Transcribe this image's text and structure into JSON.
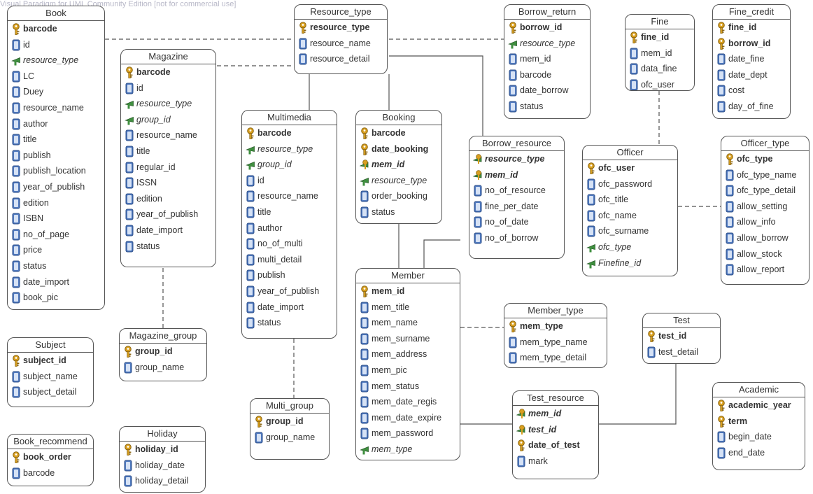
{
  "watermark": "Visual Paradigm for UML Community Edition [not for commercial use]",
  "entities": [
    {
      "id": "Book",
      "title": "Book",
      "attrs": [
        {
          "name": "barcode",
          "type": "pk"
        },
        {
          "name": "id",
          "type": "attr"
        },
        {
          "name": "resource_type",
          "type": "fk"
        },
        {
          "name": "LC",
          "type": "attr"
        },
        {
          "name": "Duey",
          "type": "attr"
        },
        {
          "name": "resource_name",
          "type": "attr"
        },
        {
          "name": "author",
          "type": "attr"
        },
        {
          "name": "title",
          "type": "attr"
        },
        {
          "name": "publish",
          "type": "attr"
        },
        {
          "name": "publish_location",
          "type": "attr"
        },
        {
          "name": "year_of_publish",
          "type": "attr"
        },
        {
          "name": "edition",
          "type": "attr"
        },
        {
          "name": "ISBN",
          "type": "attr"
        },
        {
          "name": "no_of_page",
          "type": "attr"
        },
        {
          "name": "price",
          "type": "attr"
        },
        {
          "name": "status",
          "type": "attr"
        },
        {
          "name": "date_import",
          "type": "attr"
        },
        {
          "name": "book_pic",
          "type": "attr"
        }
      ]
    },
    {
      "id": "Magazine",
      "title": "Magazine",
      "attrs": [
        {
          "name": "barcode",
          "type": "pk"
        },
        {
          "name": "id",
          "type": "attr"
        },
        {
          "name": "resource_type",
          "type": "fk"
        },
        {
          "name": "group_id",
          "type": "fk"
        },
        {
          "name": "resource_name",
          "type": "attr"
        },
        {
          "name": "title",
          "type": "attr"
        },
        {
          "name": "regular_id",
          "type": "attr"
        },
        {
          "name": "ISSN",
          "type": "attr"
        },
        {
          "name": "edition",
          "type": "attr"
        },
        {
          "name": "year_of_publish",
          "type": "attr"
        },
        {
          "name": "date_import",
          "type": "attr"
        },
        {
          "name": "status",
          "type": "attr"
        }
      ]
    },
    {
      "id": "Resource_type",
      "title": "Resource_type",
      "attrs": [
        {
          "name": "resource_type",
          "type": "pk"
        },
        {
          "name": "resource_name",
          "type": "attr"
        },
        {
          "name": "resource_detail",
          "type": "attr"
        }
      ]
    },
    {
      "id": "Multimedia",
      "title": "Multimedia",
      "attrs": [
        {
          "name": "barcode",
          "type": "pk"
        },
        {
          "name": "resource_type",
          "type": "fk"
        },
        {
          "name": "group_id",
          "type": "fk"
        },
        {
          "name": "id",
          "type": "attr"
        },
        {
          "name": "resource_name",
          "type": "attr"
        },
        {
          "name": "title",
          "type": "attr"
        },
        {
          "name": "author",
          "type": "attr"
        },
        {
          "name": "no_of_multi",
          "type": "attr"
        },
        {
          "name": "multi_detail",
          "type": "attr"
        },
        {
          "name": "publish",
          "type": "attr"
        },
        {
          "name": "year_of_publish",
          "type": "attr"
        },
        {
          "name": "date_import",
          "type": "attr"
        },
        {
          "name": "status",
          "type": "attr"
        }
      ]
    },
    {
      "id": "Booking",
      "title": "Booking",
      "attrs": [
        {
          "name": "barcode",
          "type": "pk"
        },
        {
          "name": "date_booking",
          "type": "pk"
        },
        {
          "name": "mem_id",
          "type": "pkfk"
        },
        {
          "name": "resource_type",
          "type": "fk"
        },
        {
          "name": "order_booking",
          "type": "attr"
        },
        {
          "name": "status",
          "type": "attr"
        }
      ]
    },
    {
      "id": "Borrow_return",
      "title": "Borrow_return",
      "attrs": [
        {
          "name": "borrow_id",
          "type": "pk"
        },
        {
          "name": "resource_type",
          "type": "fk"
        },
        {
          "name": "mem_id",
          "type": "attr"
        },
        {
          "name": "barcode",
          "type": "attr"
        },
        {
          "name": "date_borrow",
          "type": "attr"
        },
        {
          "name": "status",
          "type": "attr"
        }
      ]
    },
    {
      "id": "Borrow_resource",
      "title": "Borrow_resource",
      "attrs": [
        {
          "name": "resource_type",
          "type": "pkfk"
        },
        {
          "name": "mem_id",
          "type": "pkfk"
        },
        {
          "name": "no_of_resource",
          "type": "attr"
        },
        {
          "name": "fine_per_date",
          "type": "attr"
        },
        {
          "name": "no_of_date",
          "type": "attr"
        },
        {
          "name": "no_of_borrow",
          "type": "attr"
        }
      ]
    },
    {
      "id": "Fine",
      "title": "Fine",
      "attrs": [
        {
          "name": "fine_id",
          "type": "pk"
        },
        {
          "name": "mem_id",
          "type": "attr"
        },
        {
          "name": "data_fine",
          "type": "attr"
        },
        {
          "name": "ofc_user",
          "type": "attr"
        }
      ]
    },
    {
      "id": "Fine_credit",
      "title": "Fine_credit",
      "attrs": [
        {
          "name": "fine_id",
          "type": "pk"
        },
        {
          "name": "borrow_id",
          "type": "pk"
        },
        {
          "name": "date_fine",
          "type": "attr"
        },
        {
          "name": "date_dept",
          "type": "attr"
        },
        {
          "name": "cost",
          "type": "attr"
        },
        {
          "name": "day_of_fine",
          "type": "attr"
        }
      ]
    },
    {
      "id": "Officer",
      "title": "Officer",
      "attrs": [
        {
          "name": "ofc_user",
          "type": "pk"
        },
        {
          "name": "ofc_password",
          "type": "attr"
        },
        {
          "name": "ofc_title",
          "type": "attr"
        },
        {
          "name": "ofc_name",
          "type": "attr"
        },
        {
          "name": "ofc_surname",
          "type": "attr"
        },
        {
          "name": "ofc_type",
          "type": "fk"
        },
        {
          "name": "Finefine_id",
          "type": "fk"
        }
      ]
    },
    {
      "id": "Officer_type",
      "title": "Officer_type",
      "attrs": [
        {
          "name": "ofc_type",
          "type": "pk"
        },
        {
          "name": "ofc_type_name",
          "type": "attr"
        },
        {
          "name": "ofc_type_detail",
          "type": "attr"
        },
        {
          "name": "allow_setting",
          "type": "attr"
        },
        {
          "name": "allow_info",
          "type": "attr"
        },
        {
          "name": "allow_borrow",
          "type": "attr"
        },
        {
          "name": "allow_stock",
          "type": "attr"
        },
        {
          "name": "allow_report",
          "type": "attr"
        }
      ]
    },
    {
      "id": "Member",
      "title": "Member",
      "attrs": [
        {
          "name": "mem_id",
          "type": "pk"
        },
        {
          "name": "mem_title",
          "type": "attr"
        },
        {
          "name": "mem_name",
          "type": "attr"
        },
        {
          "name": "mem_surname",
          "type": "attr"
        },
        {
          "name": "mem_address",
          "type": "attr"
        },
        {
          "name": "mem_pic",
          "type": "attr"
        },
        {
          "name": "mem_status",
          "type": "attr"
        },
        {
          "name": "mem_date_regis",
          "type": "attr"
        },
        {
          "name": "mem_date_expire",
          "type": "attr"
        },
        {
          "name": "mem_password",
          "type": "attr"
        },
        {
          "name": "mem_type",
          "type": "fk"
        }
      ]
    },
    {
      "id": "Member_type",
      "title": "Member_type",
      "attrs": [
        {
          "name": "mem_type",
          "type": "pk"
        },
        {
          "name": "mem_type_name",
          "type": "attr"
        },
        {
          "name": "mem_type_detail",
          "type": "attr"
        }
      ]
    },
    {
      "id": "Test",
      "title": "Test",
      "attrs": [
        {
          "name": "test_id",
          "type": "pk"
        },
        {
          "name": "test_detail",
          "type": "attr"
        }
      ]
    },
    {
      "id": "Test_resource",
      "title": "Test_resource",
      "attrs": [
        {
          "name": "mem_id",
          "type": "pkfk"
        },
        {
          "name": "test_id",
          "type": "pkfk"
        },
        {
          "name": "date_of_test",
          "type": "pk"
        },
        {
          "name": "mark",
          "type": "attr"
        }
      ]
    },
    {
      "id": "Academic",
      "title": "Academic",
      "attrs": [
        {
          "name": "academic_year",
          "type": "pk"
        },
        {
          "name": "term",
          "type": "pk"
        },
        {
          "name": "begin_date",
          "type": "attr"
        },
        {
          "name": "end_date",
          "type": "attr"
        }
      ]
    },
    {
      "id": "Subject",
      "title": "Subject",
      "attrs": [
        {
          "name": "subject_id",
          "type": "pk"
        },
        {
          "name": "subject_name",
          "type": "attr"
        },
        {
          "name": "subject_detail",
          "type": "attr"
        }
      ]
    },
    {
      "id": "Book_recommend",
      "title": "Book_recommend",
      "attrs": [
        {
          "name": "book_order",
          "type": "pk"
        },
        {
          "name": "barcode",
          "type": "attr"
        }
      ]
    },
    {
      "id": "Magazine_group",
      "title": "Magazine_group",
      "attrs": [
        {
          "name": "group_id",
          "type": "pk"
        },
        {
          "name": "group_name",
          "type": "attr"
        }
      ]
    },
    {
      "id": "Holiday",
      "title": "Holiday",
      "attrs": [
        {
          "name": "holiday_id",
          "type": "pk"
        },
        {
          "name": "holiday_date",
          "type": "attr"
        },
        {
          "name": "holiday_detail",
          "type": "attr"
        }
      ]
    },
    {
      "id": "Multi_group",
      "title": "Multi_group",
      "attrs": [
        {
          "name": "group_id",
          "type": "pk"
        },
        {
          "name": "group_name",
          "type": "attr"
        }
      ]
    }
  ]
}
